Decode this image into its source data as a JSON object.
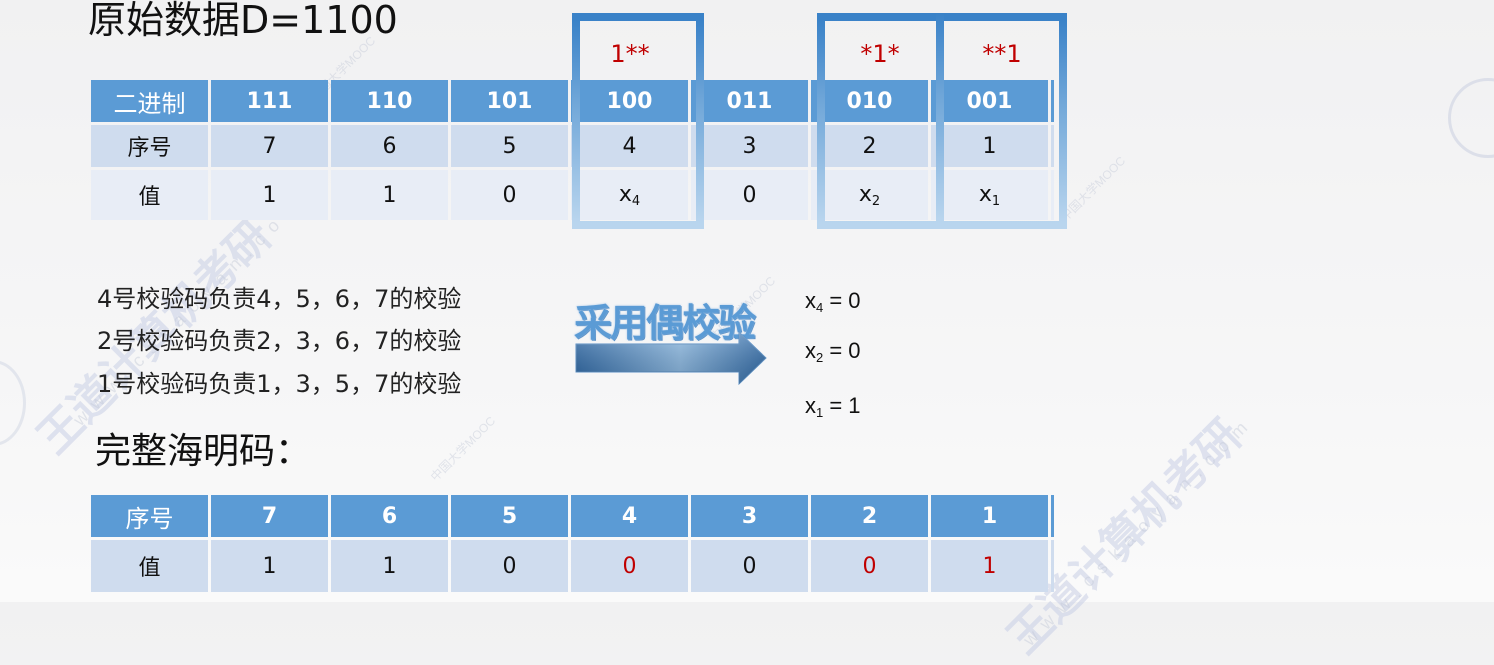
{
  "title": "原始数据D=1100",
  "top_table": {
    "row_labels": [
      "二进制",
      "序号",
      "值"
    ],
    "binary": [
      "111",
      "110",
      "101",
      "100",
      "011",
      "010",
      "001"
    ],
    "index": [
      "7",
      "6",
      "5",
      "4",
      "3",
      "2",
      "1"
    ],
    "values": [
      "1",
      "1",
      "0",
      "x4",
      "0",
      "x2",
      "x1"
    ]
  },
  "check_boxes": [
    {
      "label": "1**",
      "column": "100"
    },
    {
      "label": "*1*",
      "column": "010"
    },
    {
      "label": "**1",
      "column": "001"
    }
  ],
  "rules": [
    "4号校验码负责4，5，6，7的校验",
    "2号校验码负责2，3，6，7的校验",
    "1号校验码负责1，3，5，7的校验"
  ],
  "parity_mode": "采用偶校验",
  "results": [
    {
      "var": "x",
      "sub": "4",
      "eq": " = 0"
    },
    {
      "var": "x",
      "sub": "2",
      "eq": " = 0"
    },
    {
      "var": "x",
      "sub": "1",
      "eq": " = 1"
    }
  ],
  "full_code_title": "完整海明码：",
  "bottom_table": {
    "row_labels": [
      "序号",
      "值"
    ],
    "index": [
      "7",
      "6",
      "5",
      "4",
      "3",
      "2",
      "1"
    ],
    "values": [
      "1",
      "1",
      "0",
      "0",
      "0",
      "0",
      "1"
    ],
    "highlight_columns": [
      "4",
      "2",
      "1"
    ]
  },
  "colors": {
    "header_blue": "#5b9bd5",
    "row_light": "#cfdcee",
    "row_lighter": "#e8edf6",
    "check_red": "#c00000",
    "box_border": "#3a82c8"
  },
  "watermarks": {
    "brand": "王道计算机考研",
    "site": "www.cskaoyan.com",
    "mooc": "中国大学MOOC"
  }
}
